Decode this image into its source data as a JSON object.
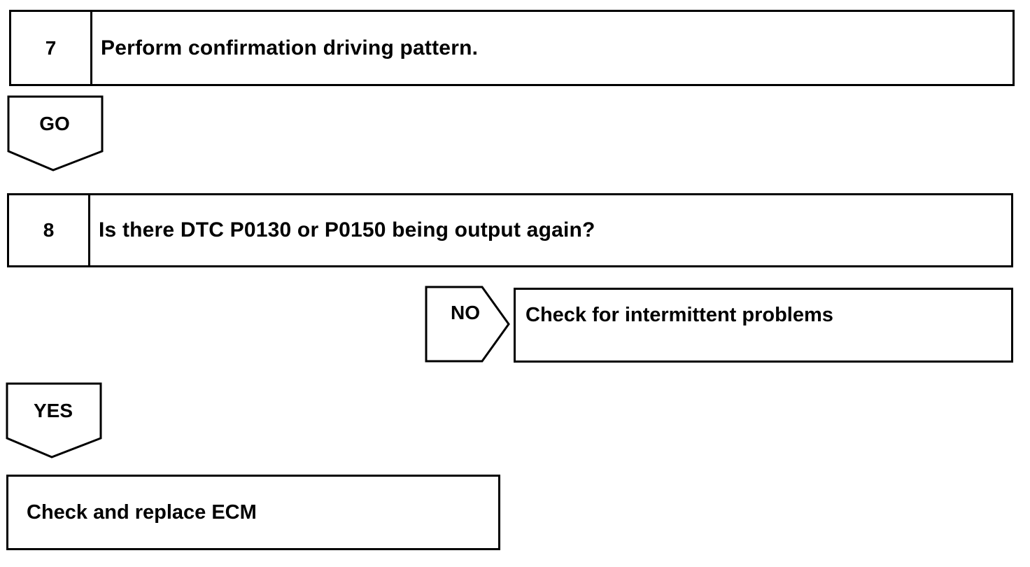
{
  "steps": [
    {
      "number": "7",
      "text": "Perform confirmation driving pattern."
    },
    {
      "number": "8",
      "text": "Is there DTC P0130 or P0150 being output again?"
    }
  ],
  "arrows": {
    "go": "GO",
    "no": "NO",
    "yes": "YES"
  },
  "results": {
    "no_result": "Check for intermittent problems",
    "yes_result": "Check and replace ECM"
  },
  "colors": {
    "line": "#000000",
    "background": "#ffffff"
  }
}
